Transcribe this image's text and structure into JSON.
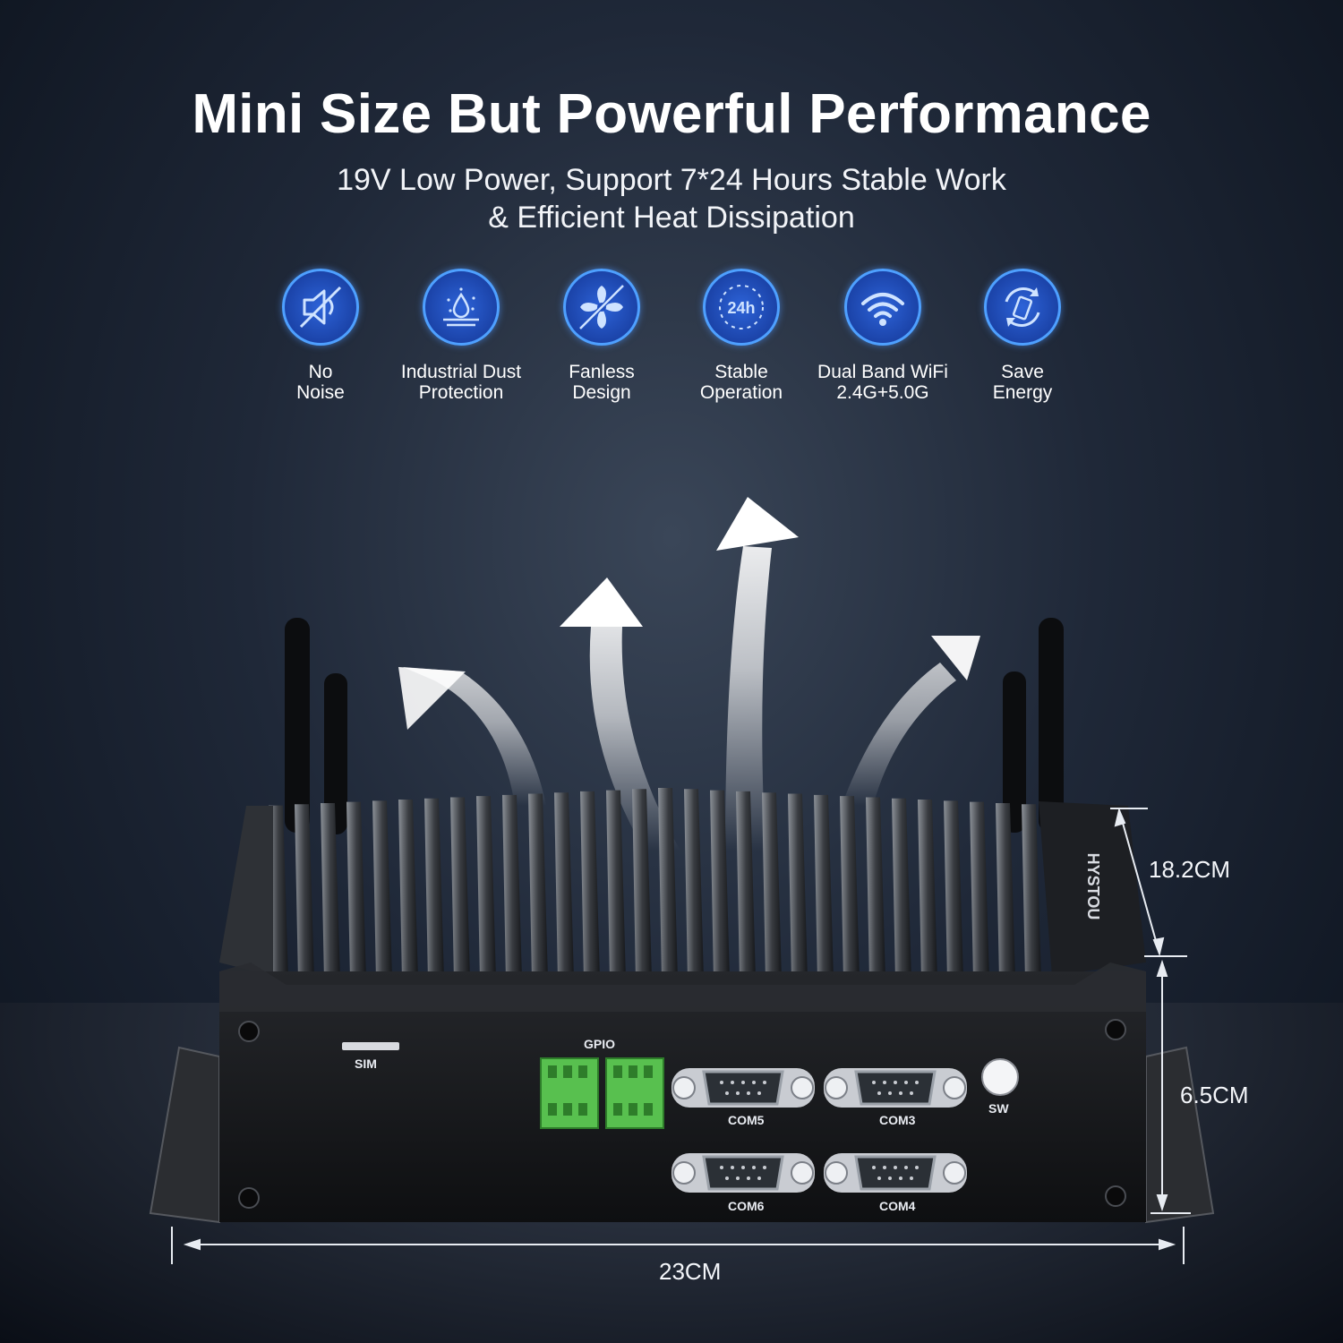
{
  "headline": "Mini Size But Powerful Performance",
  "subheadline": {
    "line1": "19V Low Power, Support 7*24 Hours Stable Work",
    "line2": "& Efficient Heat Dissipation"
  },
  "features": [
    {
      "icon": "muted-speaker-icon",
      "line1": "No",
      "line2": "Noise"
    },
    {
      "icon": "dust-protection-icon",
      "line1": "Industrial Dust",
      "line2": "Protection"
    },
    {
      "icon": "crossed-fan-icon",
      "line1": "Fanless",
      "line2": "Design"
    },
    {
      "icon": "24h-clock-icon",
      "line1": "Stable",
      "line2": "Operation",
      "badge": "24h"
    },
    {
      "icon": "wifi-icon",
      "line1": "Dual Band WiFi",
      "line2": "2.4G+5.0G"
    },
    {
      "icon": "battery-cycle-icon",
      "line1": "Save",
      "line2": "Energy"
    }
  ],
  "device": {
    "brand_mark": "HYSTOU",
    "ports": {
      "gpio": "GPIO",
      "sim": "SIM",
      "sw": "SW",
      "com5": "COM5",
      "com3": "COM3",
      "com6": "COM6",
      "com4": "COM4"
    }
  },
  "dimensions": {
    "depth": "18.2CM",
    "height": "6.5CM",
    "width": "23CM"
  },
  "colors": {
    "icon_ring": "#4ea0ff",
    "icon_fill": "#1f4fc0",
    "gpio_green": "#58c04f",
    "device_body": "#141518"
  }
}
